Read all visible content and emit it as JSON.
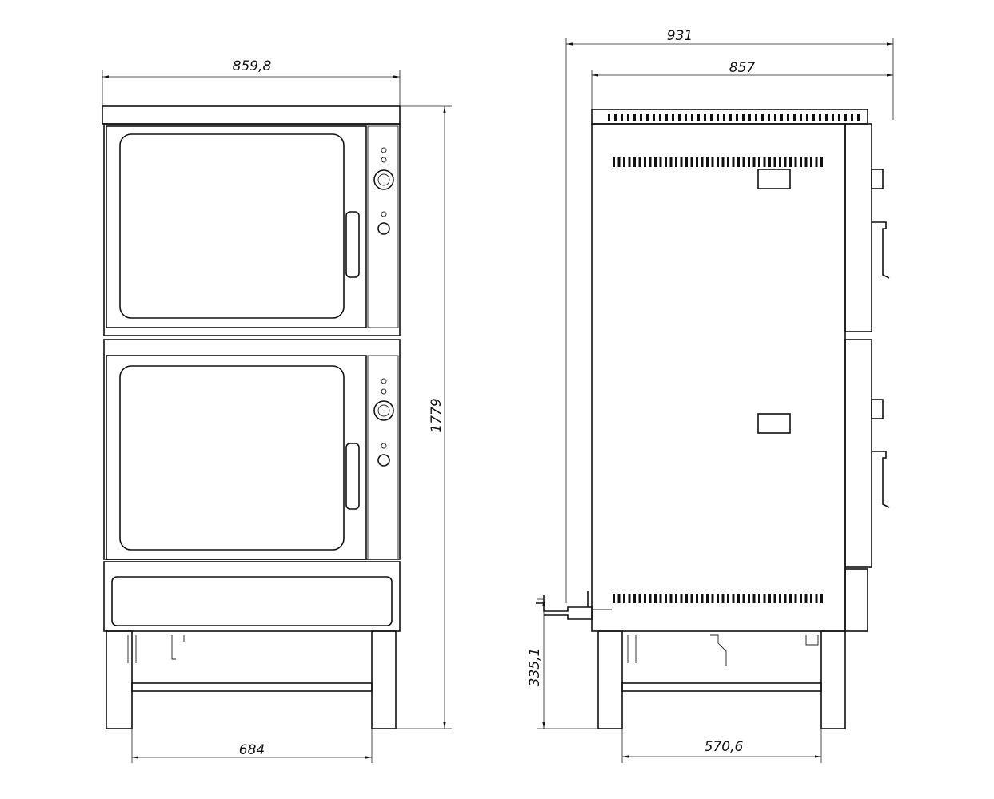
{
  "drawing": {
    "front_view": {
      "width_label": "859,8",
      "height_label": "1779",
      "leg_span_label": "684"
    },
    "side_view": {
      "overall_depth_label": "931",
      "body_depth_label": "857",
      "leg_height_label": "335,1",
      "leg_span_label": "570,6"
    }
  }
}
